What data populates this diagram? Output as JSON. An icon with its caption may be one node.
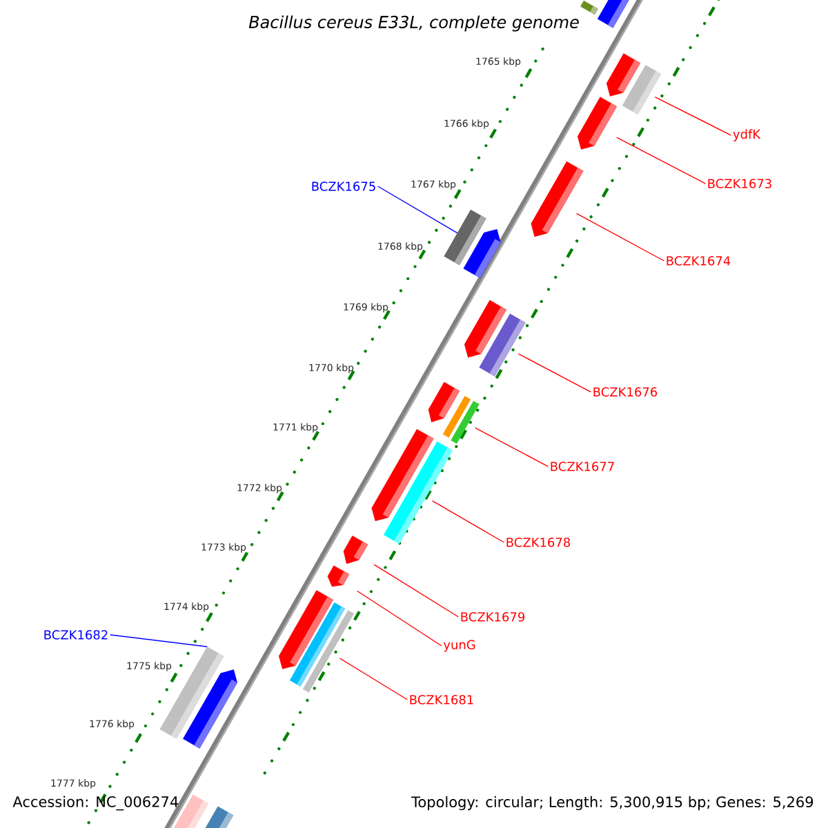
{
  "diagram": {
    "title": "Bacillus cereus E33L, complete genome",
    "nodes": [
      {
        "text": [],
        "shape": "bar"
      },
      {
        "text": [],
        "shape": "arrow"
      },
      {
        "text": [],
        "shape": "arrow"
      },
      {
        "text": [],
        "shape": "bar"
      },
      {
        "text": [
          "ydfK"
        ]
      },
      {
        "text": [],
        "shape": "arrow"
      },
      {
        "text": [
          "BCZK1673"
        ]
      },
      {
        "text": [
          "BCZK1675"
        ]
      },
      {
        "text": [],
        "shape": "arrow"
      },
      {
        "text": [],
        "shape": "bar"
      },
      {
        "text": [],
        "shape": "arrow"
      },
      {
        "text": [
          "BCZK1674"
        ]
      },
      {
        "text": [],
        "shape": "arrow"
      },
      {
        "text": [],
        "shape": "bar"
      },
      {
        "text": [
          "BCZK1676"
        ]
      },
      {
        "text": [],
        "shape": "arrow"
      },
      {
        "text": [],
        "shape": "bar"
      },
      {
        "text": [],
        "shape": "bar"
      },
      {
        "text": [
          "BCZK1677"
        ]
      },
      {
        "text": [],
        "shape": "arrow"
      },
      {
        "text": [],
        "shape": "bar"
      },
      {
        "text": [
          "BCZK1678"
        ]
      },
      {
        "text": [],
        "shape": "arrow"
      },
      {
        "text": [],
        "shape": "arrow"
      },
      {
        "text": [
          "BCZK1679"
        ]
      },
      {
        "text": [],
        "shape": "arrow"
      },
      {
        "text": [
          "BCZK1682"
        ]
      },
      {
        "text": [],
        "shape": "bar"
      },
      {
        "text": [
          "yunG"
        ]
      },
      {
        "text": [],
        "shape": "bar"
      },
      {
        "text": [],
        "shape": "bar"
      },
      {
        "text": [
          "BCZK1681"
        ]
      },
      {
        "text": [],
        "shape": "arrow"
      },
      {
        "text": [],
        "shape": "bar"
      },
      {
        "text": [],
        "shape": "bar"
      }
    ],
    "edges": [
      {
        "from": 4,
        "to": 3,
        "arrow": "none"
      },
      {
        "from": 6,
        "to": 5,
        "arrow": "none"
      },
      {
        "from": 11,
        "to": 8,
        "arrow": "none"
      },
      {
        "from": 7,
        "to": 9,
        "arrow": "none",
        "color": "#0000ff"
      },
      {
        "from": 14,
        "to": 13,
        "arrow": "none"
      },
      {
        "from": 18,
        "to": 17,
        "arrow": "none"
      },
      {
        "from": 21,
        "to": 20,
        "arrow": "none"
      },
      {
        "from": 24,
        "to": 22,
        "arrow": "none"
      },
      {
        "from": 28,
        "to": 23,
        "arrow": "none"
      },
      {
        "from": 31,
        "to": 29,
        "arrow": "none"
      },
      {
        "from": 26,
        "to": 30,
        "arrow": "none",
        "color": "#0000ff"
      }
    ],
    "labels": [
      "1765 kbp",
      "1766 kbp",
      "1767 kbp",
      "1768 kbp",
      "1769 kbp",
      "1770 kbp",
      "1771 kbp",
      "1772 kbp",
      "1773 kbp",
      "1774 kbp",
      "1775 kbp",
      "1776 kbp",
      "1777 kbp",
      "Accession: NC_006274",
      "Topology: circular; Length: 5,300,915 bp; Genes: 5,269"
    ]
  }
}
